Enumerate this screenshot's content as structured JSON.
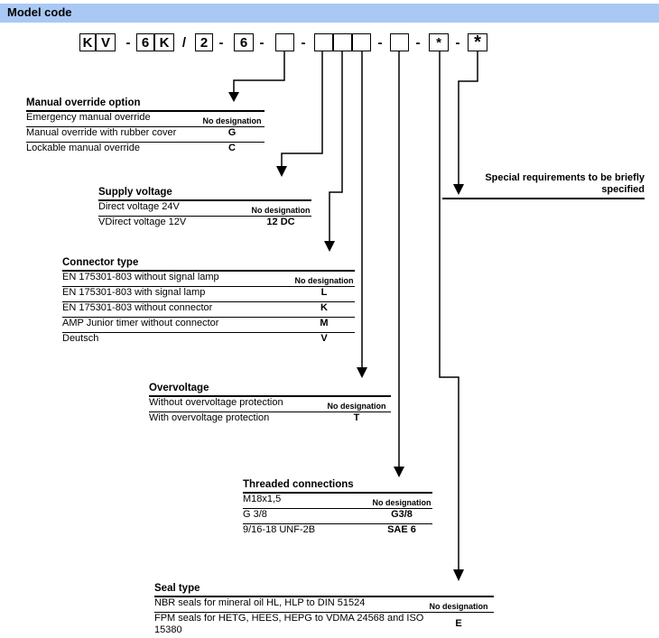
{
  "header": {
    "title": "Model code"
  },
  "model_code": {
    "boxes": [
      "K",
      "V",
      "6",
      "K",
      "2",
      "6",
      "",
      "",
      "",
      "",
      "",
      "*"
    ],
    "separators": [
      "-",
      "/",
      "-",
      "-",
      "-",
      "-",
      "-",
      "-"
    ]
  },
  "manual_override": {
    "title": "Manual override option",
    "rows": [
      {
        "label": "Emergency manual override",
        "code": "No designation"
      },
      {
        "label": "Manual override with rubber cover",
        "code": "G"
      },
      {
        "label": "Lockable manual override",
        "code": "C"
      }
    ]
  },
  "supply_voltage": {
    "title": "Supply voltage",
    "rows": [
      {
        "label": "Direct voltage 24V",
        "code": "No designation"
      },
      {
        "label": "VDirect voltage 12V",
        "code": "12 DC"
      }
    ]
  },
  "connector_type": {
    "title": "Connector type",
    "rows": [
      {
        "label": "EN 175301-803 without signal lamp",
        "code": "No designation"
      },
      {
        "label": "EN 175301-803 with signal lamp",
        "code": "L"
      },
      {
        "label": "EN 175301-803 without connector",
        "code": "K"
      },
      {
        "label": "AMP Junior timer without connector",
        "code": "M"
      },
      {
        "label": "Deutsch",
        "code": "V"
      }
    ]
  },
  "overvoltage": {
    "title": "Overvoltage",
    "rows": [
      {
        "label": "Without overvoltage protection",
        "code": "No designation"
      },
      {
        "label": "With overvoltage protection",
        "code": "T"
      }
    ]
  },
  "threaded_connections": {
    "title": "Threaded connections",
    "rows": [
      {
        "label": "M18x1,5",
        "code": "No designation"
      },
      {
        "label": "G 3/8",
        "code": "G3/8"
      },
      {
        "label": "9/16-18 UNF-2B",
        "code": "SAE 6"
      }
    ]
  },
  "seal_type": {
    "title": "Seal type",
    "rows": [
      {
        "label": "NBR seals for mineral oil HL, HLP to DIN 51524",
        "code": "No designation"
      },
      {
        "label": "FPM seals for HETG, HEES, HEPG to VDMA 24568 and ISO 15380",
        "code": "E"
      }
    ]
  },
  "special": {
    "text": "Special requirements to be briefly specified"
  }
}
